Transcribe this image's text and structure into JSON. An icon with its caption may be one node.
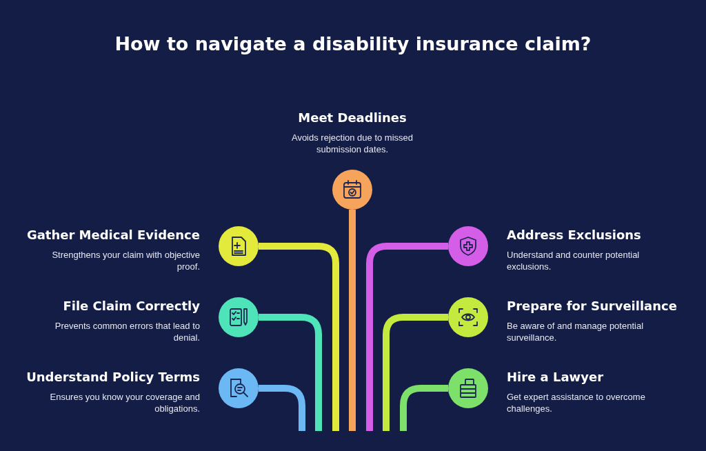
{
  "diagram": {
    "title": "How to navigate a disability insurance claim?",
    "nodes": [
      {
        "text": [
          "Meet Deadlines",
          "Avoids rejection due to missed submission dates."
        ]
      },
      {
        "text": [
          "Gather Medical Evidence",
          "Strengthens your claim with objective proof."
        ]
      },
      {
        "text": [
          "Address Exclusions",
          "Understand and counter potential exclusions."
        ]
      },
      {
        "text": [
          "File Claim Correctly",
          "Prevents common errors that lead to denial."
        ]
      },
      {
        "text": [
          "Prepare for Surveillance",
          "Be aware of and manage potential surveillance."
        ]
      },
      {
        "text": [
          "Understand Policy Terms",
          "Ensures you know your coverage and obligations."
        ]
      },
      {
        "text": [
          "Hire a Lawyer",
          "Get expert assistance to overcome challenges."
        ]
      }
    ],
    "edges": [
      {
        "from": 5,
        "to": null,
        "arrow": "none",
        "color": "#6cb8f5"
      },
      {
        "from": 3,
        "to": null,
        "arrow": "none",
        "color": "#4fe3b9"
      },
      {
        "from": 1,
        "to": null,
        "arrow": "none",
        "color": "#e4ea3b"
      },
      {
        "from": 0,
        "to": null,
        "arrow": "none",
        "color": "#f6a45c"
      },
      {
        "from": 2,
        "to": null,
        "arrow": "none",
        "color": "#d45ee8"
      },
      {
        "from": 4,
        "to": null,
        "arrow": "none",
        "color": "#c5ea3f"
      },
      {
        "from": 6,
        "to": null,
        "arrow": "none",
        "color": "#7de06a"
      }
    ]
  }
}
